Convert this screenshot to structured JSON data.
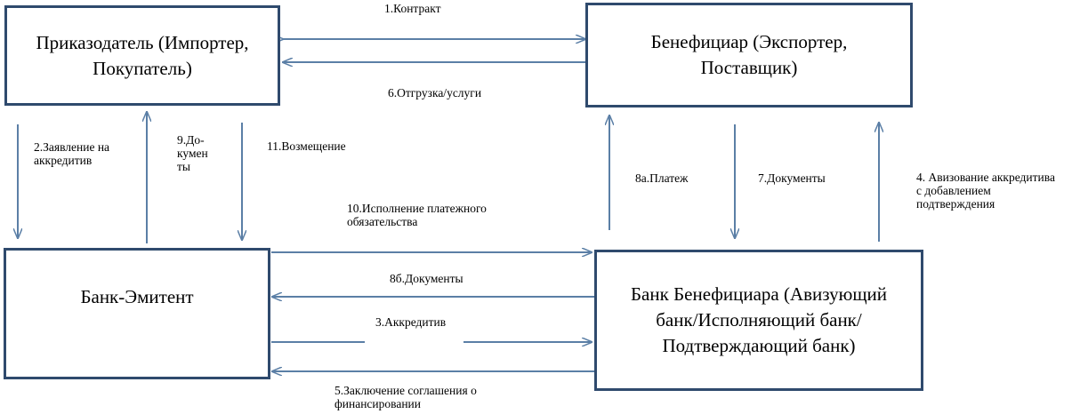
{
  "nodes": {
    "importer": "Приказодатель (Импортер,\nПокупатель)",
    "exporter": "Бенефициар (Экспортер,\nПоставщик)",
    "issuing_bank": "Банк-Эмитент",
    "beneficiary_bank": "Банк Бенефициара (Авизующий\nбанк/Исполняющий банк/\nПодтверждающий банк)"
  },
  "steps": {
    "s1": "1.Контракт",
    "s6": "6.Отгрузка/услуги",
    "s2": "2.Заявление на\n аккредитив",
    "s9": "9.До-\nкумен\nты",
    "s11": "11.Возмещение",
    "s10": "10.Исполнение платежного\nобязательства",
    "s8a": "8а.Платеж",
    "s7": "7.Документы",
    "s4": "4. Авизование аккредитива\nс добавлением\nподтверждения",
    "s8b": "8б.Документы",
    "s3": "3.Аккредитив",
    "s5": "5.Заключение соглашения о\nфинансировании"
  },
  "colors": {
    "box_border": "#2f4a6d",
    "arrow": "#5b7fa6"
  }
}
